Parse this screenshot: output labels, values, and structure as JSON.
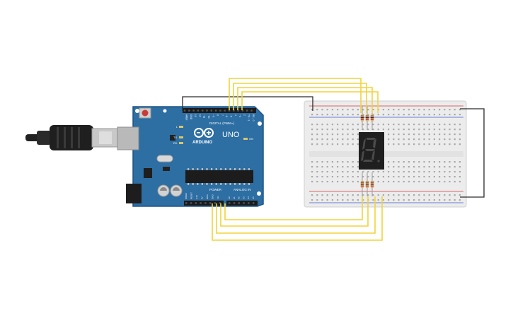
{
  "board": {
    "brand": "ARDUINO",
    "model": "UNO",
    "header_digital": "DIGITAL (PWM~)",
    "header_power": "POWER",
    "header_analog": "ANALOG IN",
    "label_on": "ON",
    "label_tx": "TX",
    "label_rx": "RX",
    "label_l": "L",
    "top_pins": [
      "AREF",
      "GND",
      "13",
      "12",
      "~11",
      "~10",
      "~9",
      "8",
      "7",
      "~6",
      "~5",
      "4",
      "~3",
      "2",
      "TX→1",
      "RX←0"
    ],
    "power_pins": [
      "IOREF",
      "RESET",
      "3.3V",
      "5V",
      "GND",
      "GND",
      "Vin"
    ],
    "analog_pins": [
      "A0",
      "A1",
      "A2",
      "A3",
      "A4",
      "A5"
    ]
  },
  "display": {
    "digit": "8."
  },
  "colors": {
    "board": "#2d6ea3",
    "board_edge": "#1f5585",
    "wire_signal": "#f0d43a",
    "wire_ground": "#2a2a2a",
    "breadboard": "#ebebeb",
    "rail_red": "#d23b3b",
    "rail_blue": "#3b5bd2",
    "segment_body": "#222222",
    "segment_off": "#4a4a4a"
  },
  "icons": [
    "usb-cable-icon",
    "reset-button-icon",
    "arduino-logo-icon"
  ]
}
